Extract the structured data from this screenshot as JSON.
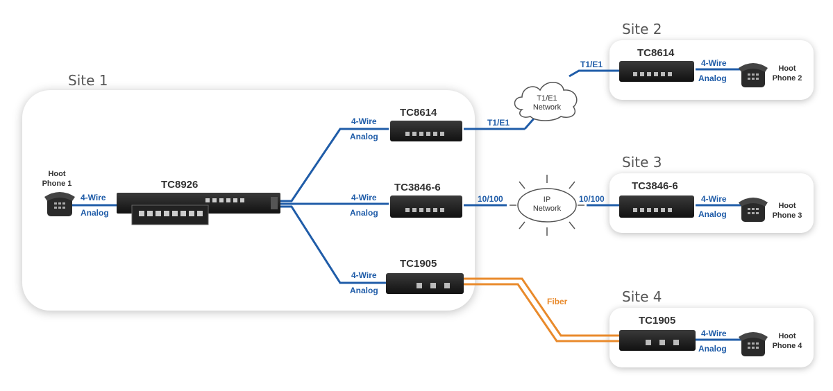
{
  "sites": {
    "site1": "Site 1",
    "site2": "Site 2",
    "site3": "Site 3",
    "site4": "Site 4"
  },
  "devices": {
    "tc8926": "TC8926",
    "tc8614_a": "TC8614",
    "tc3846_a": "TC3846-6",
    "tc1905_a": "TC1905",
    "tc8614_b": "TC8614",
    "tc3846_b": "TC3846-6",
    "tc1905_b": "TC1905"
  },
  "phones": {
    "phone1_line1": "Hoot",
    "phone1_line2": "Phone 1",
    "phone2_line1": "Hoot",
    "phone2_line2": "Phone 2",
    "phone3_line1": "Hoot",
    "phone3_line2": "Phone 3",
    "phone4_line1": "Hoot",
    "phone4_line2": "Phone 4"
  },
  "links": {
    "four_wire": "4-Wire",
    "analog": "Analog",
    "t1e1": "T1/E1",
    "ten_hundred": "10/100",
    "fiber": "Fiber"
  },
  "clouds": {
    "t1e1_line1": "T1/E1",
    "t1e1_line2": "Network",
    "ip_line1": "IP",
    "ip_line2": "Network"
  },
  "colors": {
    "analog_line": "#1f5ca8",
    "fiber_line": "#e98a2b"
  }
}
